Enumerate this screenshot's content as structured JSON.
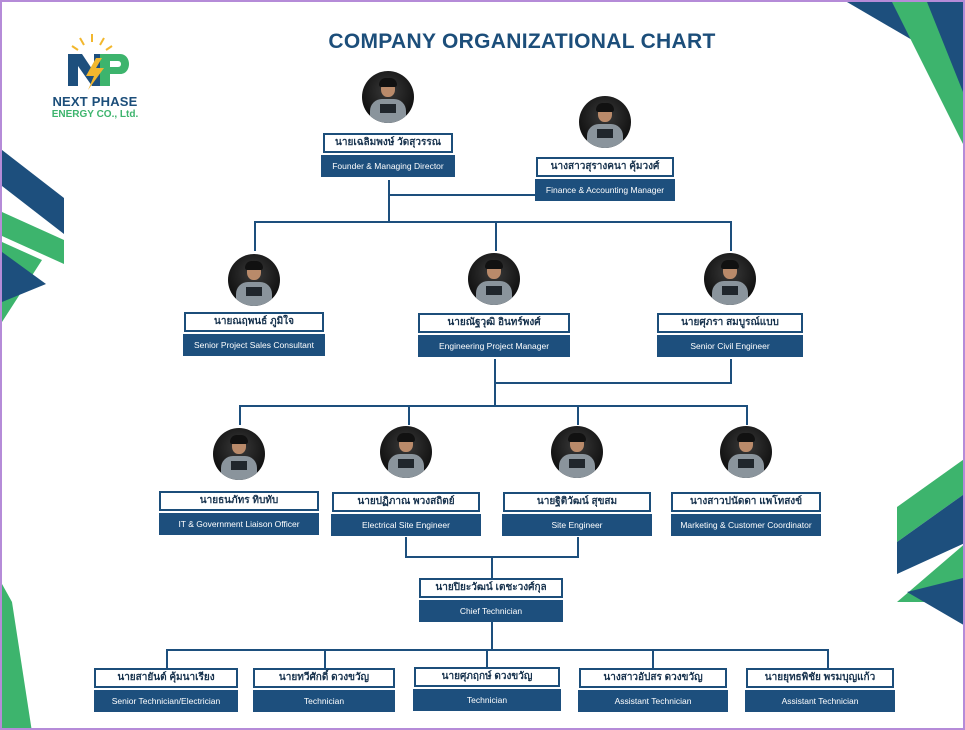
{
  "title": "COMPANY ORGANIZATIONAL CHART",
  "logo": {
    "line1": "NEXT PHASE",
    "line2": "ENERGY CO., Ltd.",
    "icon": "np-lightning-logo"
  },
  "colors": {
    "navy": "#1d4f7d",
    "green": "#3db46d",
    "title": "#1c4e7a"
  },
  "members": [
    {
      "name": "นายเฉลิมพงษ์ วัดสุวรรณ",
      "role": "Founder & Managing Director"
    },
    {
      "name": "นางสาวสุรางคนา คุ้มวงศ์",
      "role": "Finance & Accounting Manager"
    },
    {
      "name": "นายณฤพนธ์ ภูมิใจ",
      "role": "Senior Project Sales Consultant"
    },
    {
      "name": "นายณัฐวุฒิ อินทร์พงศ์",
      "role": "Engineering Project Manager"
    },
    {
      "name": "นายศุภรา สมบูรณ์แบบ",
      "role": "Senior Civil Engineer"
    },
    {
      "name": "นายธนภัทร ทิบทับ",
      "role": "IT & Government Liaison Officer"
    },
    {
      "name": "นายปฏิภาณ พวงสถิตย์",
      "role": "Electrical Site Engineer"
    },
    {
      "name": "นายฐิติวัฒน์ สุขสม",
      "role": "Site Engineer"
    },
    {
      "name": "นางสาวปนัดดา แพโทสงข์",
      "role": "Marketing & Customer Coordinator"
    },
    {
      "name": "นายปิยะวัฒน์ เตชะวงศ์กุล",
      "role": "Chief Technician"
    },
    {
      "name": "นายสายันต์ คุ้มนาเรียง",
      "role": "Senior Technician/Electrician"
    },
    {
      "name": "นายทวีศักดิ์ ดวงขวัญ",
      "role": "Technician"
    },
    {
      "name": "นายศุภฤกษ์ ดวงขวัญ",
      "role": "Technician"
    },
    {
      "name": "นางสาวอัปสร ดวงขวัญ",
      "role": "Assistant Technician"
    },
    {
      "name": "นายยุทธพิชัย พรมบุญแก้ว",
      "role": "Assistant Technician"
    }
  ]
}
